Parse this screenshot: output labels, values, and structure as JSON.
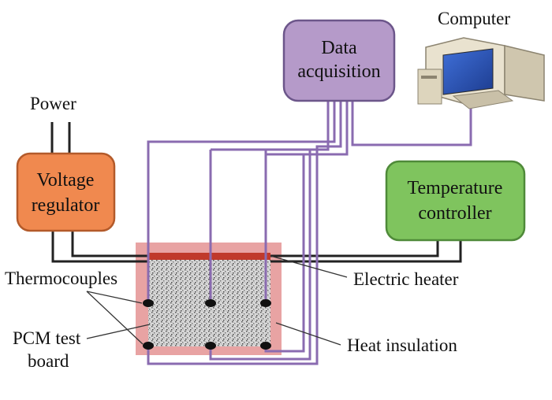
{
  "labels": {
    "power": "Power",
    "computer": "Computer",
    "data_acquisition": [
      "Data",
      "acquisition"
    ],
    "voltage_regulator": [
      "Voltage",
      "regulator"
    ],
    "temperature_controller": [
      "Temperature",
      "controller"
    ],
    "thermocouples": "Thermocouples",
    "electric_heater": "Electric heater",
    "pcm_test_board": [
      "PCM test",
      "board"
    ],
    "heat_insulation": "Heat insulation"
  },
  "colors": {
    "data_acquisition_fill": "#b59ac9",
    "voltage_regulator_fill": "#f0894f",
    "temperature_controller_fill": "#7fc45e",
    "heat_insulation": "#e8a3a3",
    "electric_heater": "#c0392b",
    "signal_wire": "#8a6bb0",
    "power_wire": "#222222"
  },
  "icons": {
    "computer": "computer-icon"
  }
}
